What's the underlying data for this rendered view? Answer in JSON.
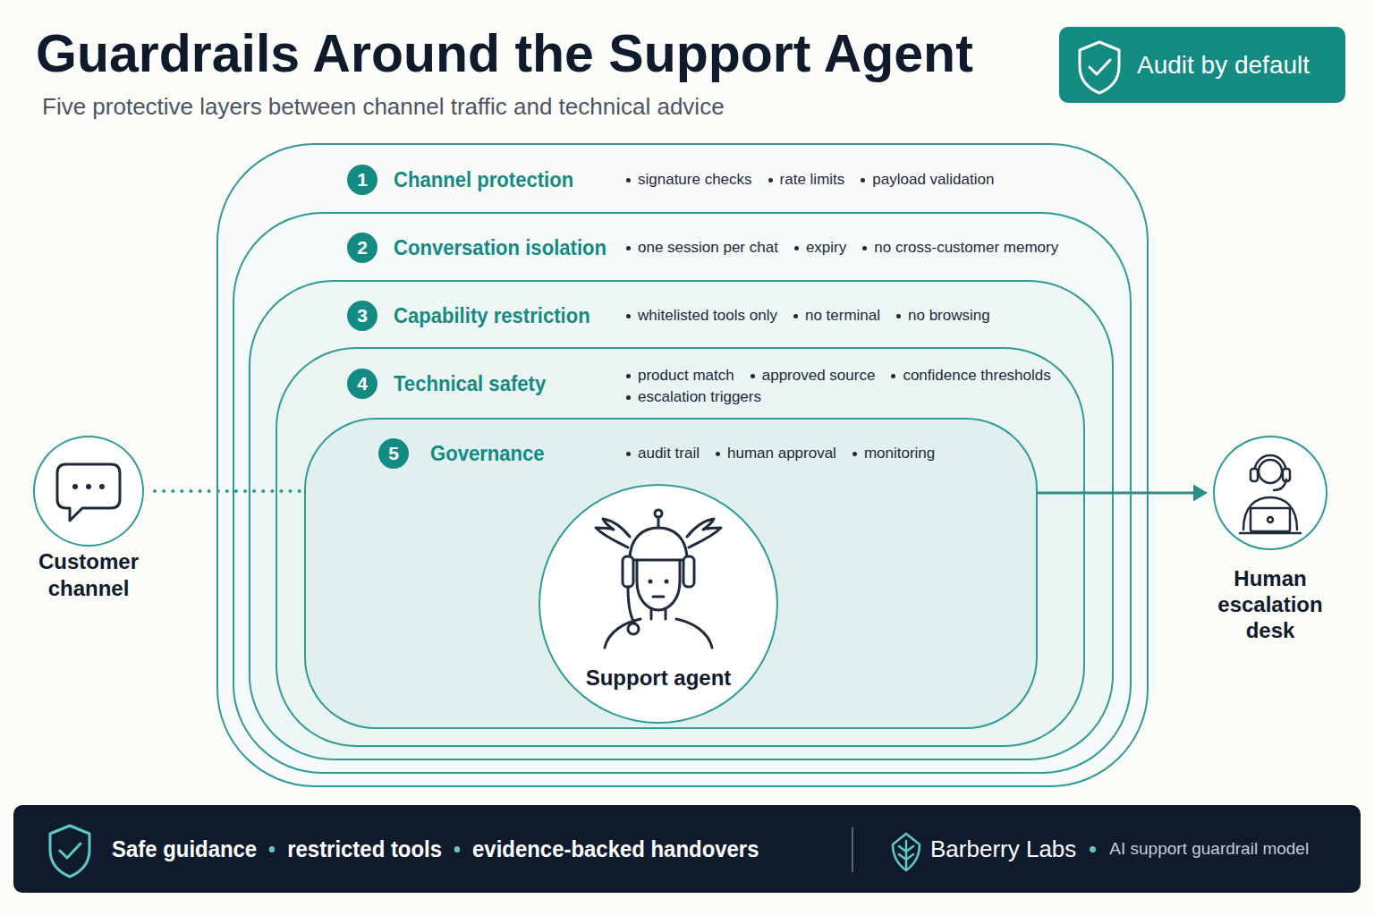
{
  "diagram": {
    "title": "Guardrails Around the Support Agent",
    "caption": "Five protective layers between channel traffic and technical advice",
    "nodes": [
      {
        "text": [
          "Audit by default"
        ]
      },
      {
        "text": [
          "Customer channel"
        ]
      },
      {
        "text": [
          "Channel protection",
          "signature checks",
          "rate limits",
          "payload validation"
        ]
      },
      {
        "text": [
          "1"
        ],
        "in": 2
      },
      {
        "text": [
          "Conversation isolation",
          "one session per chat",
          "expiry",
          "no cross-customer memory"
        ],
        "in": 2
      },
      {
        "text": [
          "2"
        ],
        "in": 4
      },
      {
        "text": [
          "Capability restriction",
          "whitelisted tools only",
          "no terminal",
          "no browsing"
        ],
        "in": 4
      },
      {
        "text": [
          "3"
        ],
        "in": 6
      },
      {
        "text": [
          "Technical safety",
          "product match",
          "approved source",
          "confidence thresholds",
          "escalation triggers"
        ],
        "in": 6
      },
      {
        "text": [
          "4"
        ],
        "in": 8
      },
      {
        "text": [
          "Governance",
          "audit trail",
          "human approval",
          "monitoring"
        ],
        "in": 8
      },
      {
        "text": [
          "5"
        ],
        "in": 10
      },
      {
        "text": [
          "Support agent"
        ],
        "in": 10
      },
      {
        "text": [
          "Human escalation desk"
        ]
      },
      {
        "text": [
          "Safe guidance",
          "restricted tools",
          "evidence-backed handovers",
          "Barberry Labs",
          "AI support guardrail model"
        ]
      }
    ],
    "edges": [
      {
        "from": 1,
        "to": 10,
        "arrow": "none"
      },
      {
        "from": 10,
        "to": 13,
        "arrow": "to"
      }
    ]
  }
}
